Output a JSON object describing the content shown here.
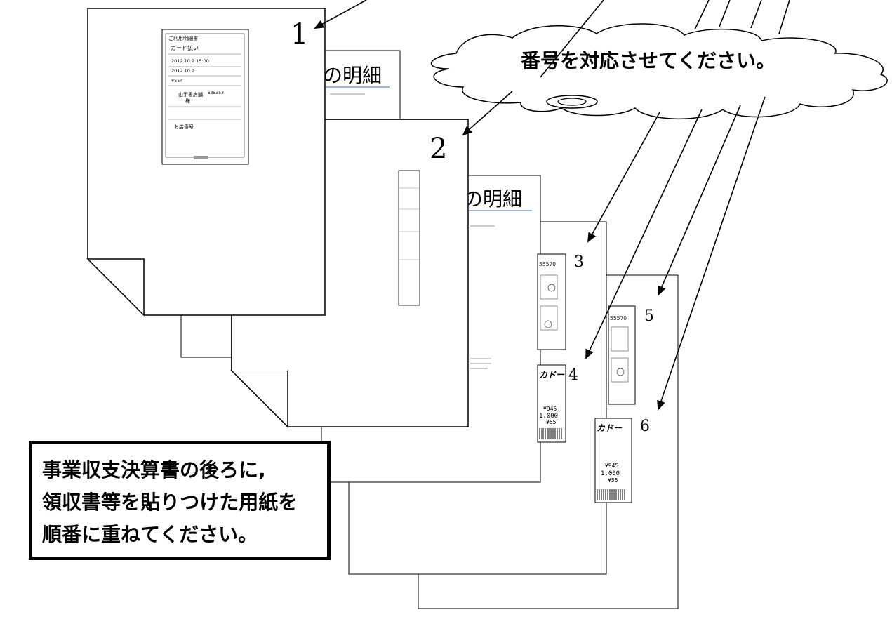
{
  "cloud_text": "番号を対応させてください。",
  "instructions": {
    "line1": "事業収支決算書の後ろに,",
    "line2": "領収書等を貼りつけた用紙を",
    "line3": "順番に重ねてください。"
  },
  "page_numbers": [
    "1",
    "2",
    "3",
    "4",
    "5",
    "6"
  ],
  "sheet_title_fragment": "の明細",
  "receipt_card": {
    "header": "ご利用明細書",
    "field1": "カード払い",
    "date1": "2012.10.2 15:00",
    "date2": "2012.10.2",
    "field_small": "¥554",
    "store": "山手書房舗",
    "store_code": "535353",
    "field_mid": "様",
    "field_bottom": "お店番号"
  },
  "receipt_fragments": {
    "code": "55570",
    "logo": "カドー",
    "amount1": "¥945",
    "amount2": "1,000",
    "amount3": "¥55"
  }
}
